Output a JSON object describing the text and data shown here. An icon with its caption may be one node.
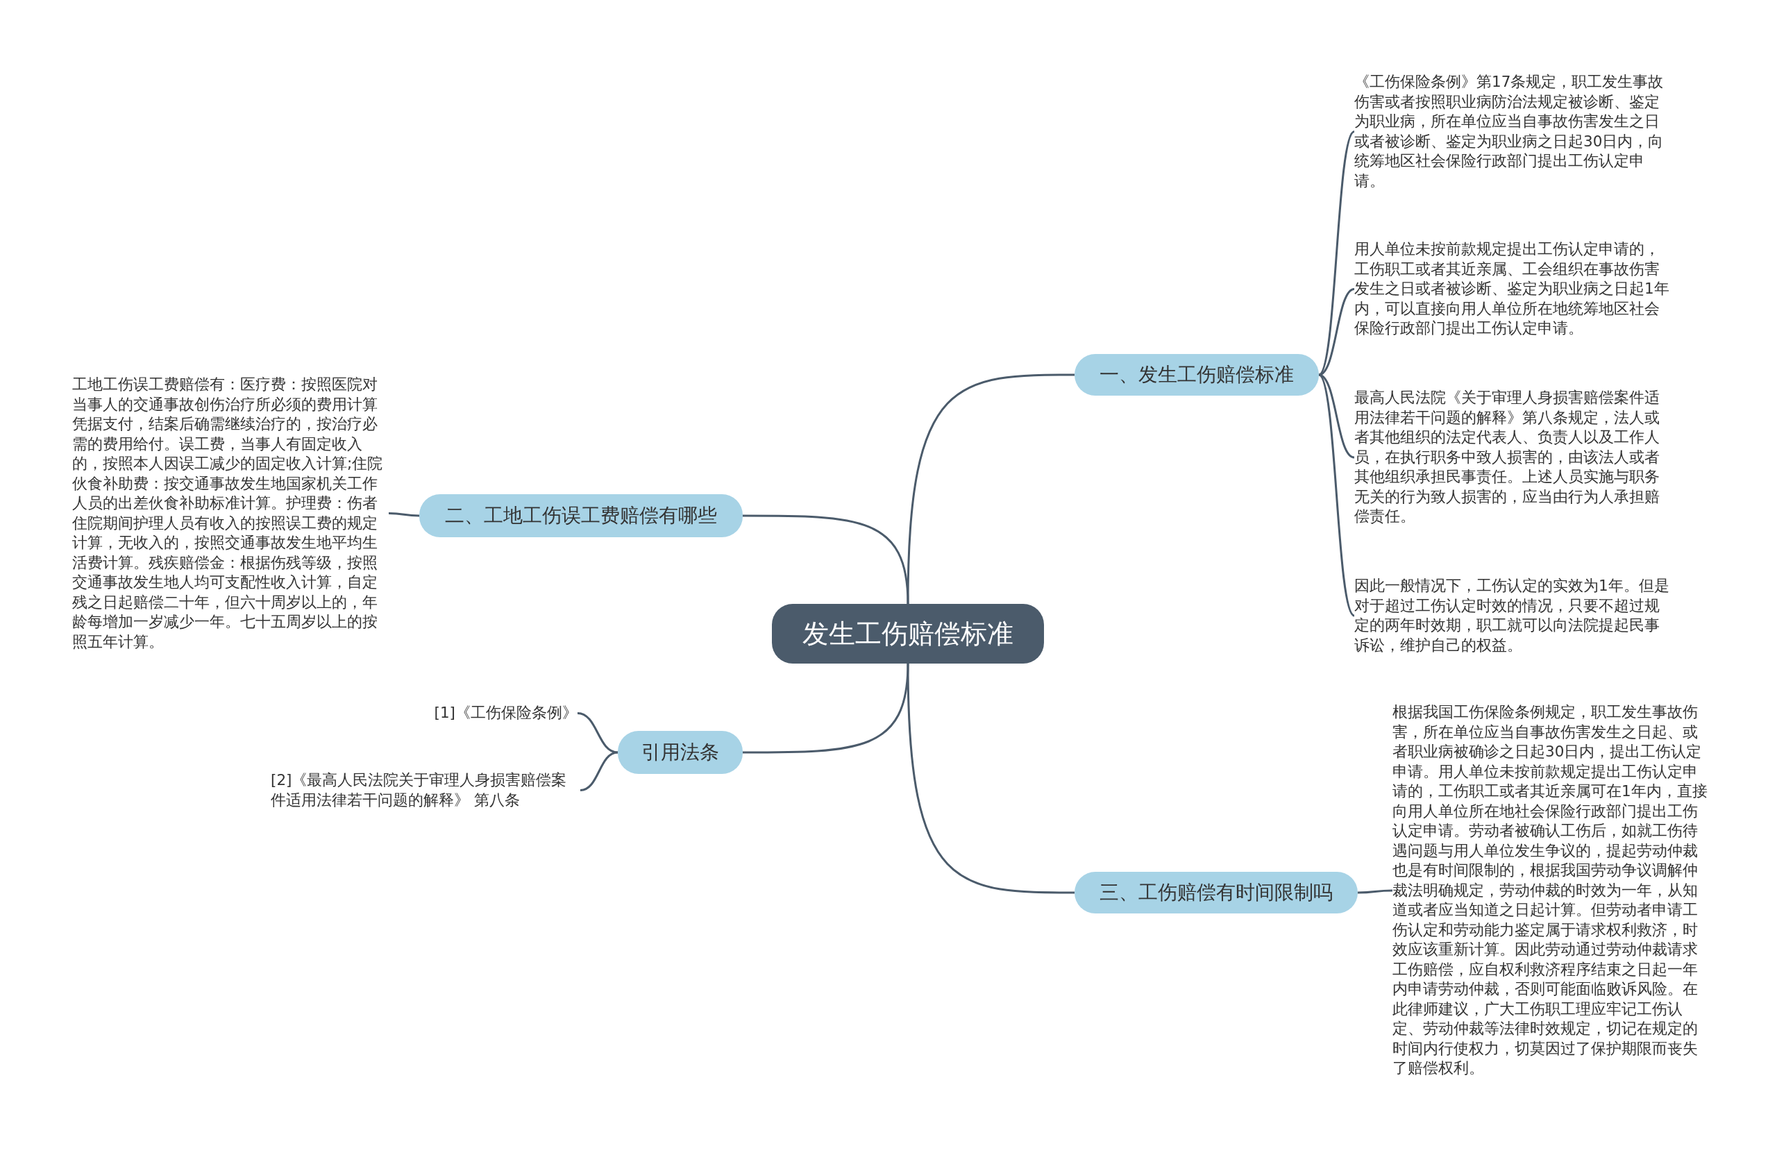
{
  "diagram": {
    "nodes": [
      {
        "text": [
          "发生工伤赔偿标准"
        ]
      },
      {
        "text": [
          "一、发生工伤赔偿标准"
        ]
      },
      {
        "text": [
          "《工伤保险条例》第17条规定，职工发生事故伤害或者按照职业病防治法规定被诊断、鉴定为职业病，所在单位应当自事故伤害发生之日或者被诊断、鉴定为职业病之日起30日内，向统筹地区社会保险行政部门提出工伤认定申请。"
        ]
      },
      {
        "text": [
          "用人单位未按前款规定提出工伤认定申请的，工伤职工或者其近亲属、工会组织在事故伤害发生之日或者被诊断、鉴定为职业病之日起1年内，可以直接向用人单位所在地统筹地区社会保险行政部门提出工伤认定申请。"
        ]
      },
      {
        "text": [
          "最高人民法院《关于审理人身损害赔偿案件适用法律若干问题的解释》第八条规定，法人或者其他组织的法定代表人、负责人以及工作人员，在执行职务中致人损害的，由该法人或者其他组织承担民事责任。上述人员实施与职务无关的行为致人损害的，应当由行为人承担赔偿责任。"
        ]
      },
      {
        "text": [
          "因此一般情况下，工伤认定的实效为1年。但是对于超过工伤认定时效的情况，只要不超过规定的两年时效期，职工就可以向法院提起民事诉讼，维护自己的权益。"
        ]
      },
      {
        "text": [
          "二、工地工伤误工费赔偿有哪些"
        ]
      },
      {
        "text": [
          "工地工伤误工费赔偿有：医疗费：按照医院对当事人的交通事故创伤治疗所必须的费用计算凭据支付，结案后确需继续治疗的，按治疗必需的费用给付。误工费，当事人有固定收入的，按照本人因误工减少的固定收入计算;住院伙食补助费：按交通事故发生地国家机关工作人员的出差伙食补助标准计算。护理费：伤者住院期间护理人员有收入的按照误工费的规定计算，无收入的，按照交通事故发生地平均生活费计算。残疾赔偿金：根据伤残等级，按照交通事故发生地人均可支配性收入计算，自定残之日起赔偿二十年，但六十周岁以上的，年龄每增加一岁减少一年。七十五周岁以上的按照五年计算。"
        ]
      },
      {
        "text": [
          "引用法条"
        ]
      },
      {
        "text": [
          "[1]《工伤保险条例》"
        ]
      },
      {
        "text": [
          "[2]《最高人民法院关于审理人身损害赔偿案件适用法律若干问题的解释》 第八条"
        ]
      },
      {
        "text": [
          "三、工伤赔偿有时间限制吗"
        ]
      },
      {
        "text": [
          "根据我国工伤保险条例规定，职工发生事故伤害，所在单位应当自事故伤害发生之日起、或者职业病被确诊之日起30日内，提出工伤认定申请。用人单位未按前款规定提出工伤认定申请的，工伤职工或者其近亲属可在1年内，直接向用人单位所在地社会保险行政部门提出工伤认定申请。劳动者被确认工伤后，如就工伤待遇问题与用人单位发生争议的，提起劳动仲裁也是有时间限制的，根据我国劳动争议调解仲裁法明确规定，劳动仲裁的时效为一年，从知道或者应当知道之日起计算。但劳动者申请工伤认定和劳动能力鉴定属于请求权利救济，时效应该重新计算。因此劳动通过劳动仲裁请求工伤赔偿，应自权利救济程序结束之日起一年内申请劳动仲裁，否则可能面临败诉风险。在此律师建议，广大工伤职工理应牢记工伤认定、劳动仲裁等法律时效规定，切记在规定的时间内行使权力，切莫因过了保护期限而丧失了赔偿权利。"
        ]
      }
    ],
    "edges": [
      {
        "from": 0,
        "to": 1,
        "arrow": "none"
      },
      {
        "from": 1,
        "to": 2,
        "arrow": "none"
      },
      {
        "from": 1,
        "to": 3,
        "arrow": "none"
      },
      {
        "from": 1,
        "to": 4,
        "arrow": "none"
      },
      {
        "from": 1,
        "to": 5,
        "arrow": "none"
      },
      {
        "from": 0,
        "to": 6,
        "arrow": "none"
      },
      {
        "from": 6,
        "to": 7,
        "arrow": "none"
      },
      {
        "from": 0,
        "to": 8,
        "arrow": "none"
      },
      {
        "from": 8,
        "to": 9,
        "arrow": "none"
      },
      {
        "from": 8,
        "to": 10,
        "arrow": "none"
      },
      {
        "from": 0,
        "to": 11,
        "arrow": "none"
      },
      {
        "from": 11,
        "to": 12,
        "arrow": "none"
      }
    ]
  }
}
